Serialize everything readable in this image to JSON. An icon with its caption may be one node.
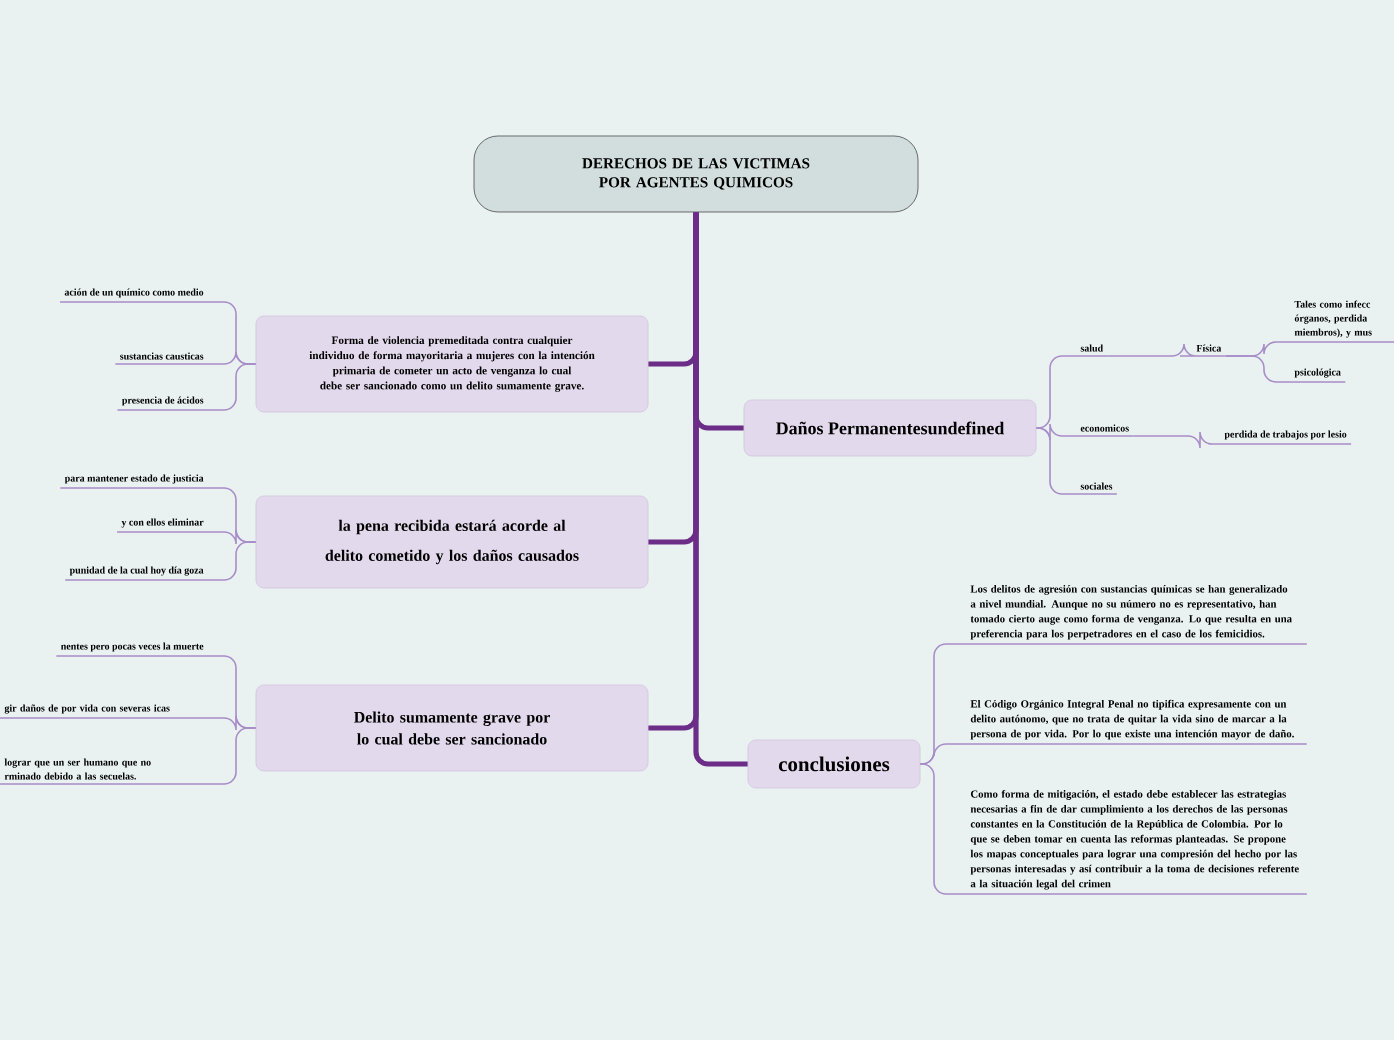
{
  "diagram": {
    "nodes": [
      {
        "text": [
          "DERECHOS DE LAS  VICTIMAS POR AGENTES QUIMICOS"
        ]
      },
      {
        "text": [
          "Forma de violencia premeditada contra cualquier individuo de forma mayoritaria a mujeres con la intención primaria de cometer un acto de venganza lo cual debe ser sancionado como un delito sumamente grave."
        ]
      },
      {
        "text": [
          "ación de un químico como medio"
        ]
      },
      {
        "text": [
          "sustancias causticas"
        ]
      },
      {
        "text": [
          "presencia de ácidos"
        ]
      },
      {
        "text": [
          "la pena recibida estará acorde al delito cometido y los daños causados"
        ]
      },
      {
        "text": [
          "para mantener estado de justicia"
        ]
      },
      {
        "text": [
          "y con ellos eliminar"
        ]
      },
      {
        "text": [
          "punidad de la cual hoy día goza"
        ]
      },
      {
        "text": [
          "Delito sumamente grave por lo cual debe ser sancionado"
        ]
      },
      {
        "text": [
          "nentes pero pocas veces la muerte"
        ]
      },
      {
        "text": [
          "gir daños de por vida con severas icas"
        ]
      },
      {
        "text": [
          "lograr que un ser humano que no rminado debido a las secuelas."
        ]
      },
      {
        "text": [
          "Daños Permanentesundefined"
        ]
      },
      {
        "text": [
          "salud"
        ]
      },
      {
        "text": [
          "Física"
        ]
      },
      {
        "text": [
          "Tales como infecc órganos, perdida miembros), y mus"
        ]
      },
      {
        "text": [
          "psicológica"
        ]
      },
      {
        "text": [
          "economicos"
        ]
      },
      {
        "text": [
          "perdida de trabajos por lesio"
        ]
      },
      {
        "text": [
          "sociales"
        ]
      },
      {
        "text": [
          "conclusiones"
        ]
      },
      {
        "text": [
          "Los delitos de agresión con sustancias químicas se han generalizado a nivel mundial. Aunque no su número no es representativo, han tomado cierto auge como forma de venganza. Lo que resulta en una preferencia para los perpetradores en el caso de los femicidios."
        ]
      },
      {
        "text": [
          "El Código Orgánico Integral Penal no tipifica expresamente con un delito autónomo, que no trata de quitar la vida sino de marcar a la persona de por vida. Por lo que existe una intención mayor de daño."
        ]
      },
      {
        "text": [
          "Como forma de mitigación, el estado debe establecer las estrategias necesarias a fin de dar cumplimiento a los derechos de las personas constantes en la Constitución de la República de Colombia. Por lo que se deben tomar en cuenta las reformas planteadas. Se propone los mapas conceptuales para lograr una compresión del hecho por las personas interesadas y así contribuir a la toma de decisiones referente a la situación legal del crimen"
        ]
      }
    ],
    "edges": [
      {
        "from": 0,
        "to": 1,
        "arrow": "none",
        "style": "thick",
        "color": "#6b2d87"
      },
      {
        "from": 0,
        "to": 5,
        "arrow": "none",
        "style": "thick",
        "color": "#6b2d87"
      },
      {
        "from": 0,
        "to": 9,
        "arrow": "none",
        "style": "thick",
        "color": "#6b2d87"
      },
      {
        "from": 0,
        "to": 13,
        "arrow": "none",
        "style": "thick",
        "color": "#6b2d87"
      },
      {
        "from": 0,
        "to": 21,
        "arrow": "none",
        "style": "thick",
        "color": "#6b2d87"
      },
      {
        "from": 1,
        "to": 2,
        "arrow": "none"
      },
      {
        "from": 1,
        "to": 3,
        "arrow": "none"
      },
      {
        "from": 1,
        "to": 4,
        "arrow": "none"
      },
      {
        "from": 5,
        "to": 6,
        "arrow": "none"
      },
      {
        "from": 5,
        "to": 7,
        "arrow": "none"
      },
      {
        "from": 5,
        "to": 8,
        "arrow": "none"
      },
      {
        "from": 9,
        "to": 10,
        "arrow": "none"
      },
      {
        "from": 9,
        "to": 11,
        "arrow": "none"
      },
      {
        "from": 9,
        "to": 12,
        "arrow": "none"
      },
      {
        "from": 13,
        "to": 14,
        "arrow": "none"
      },
      {
        "from": 13,
        "to": 18,
        "arrow": "none"
      },
      {
        "from": 13,
        "to": 20,
        "arrow": "none"
      },
      {
        "from": 14,
        "to": 15,
        "arrow": "none"
      },
      {
        "from": 15,
        "to": 16,
        "arrow": "none"
      },
      {
        "from": 15,
        "to": 17,
        "arrow": "none"
      },
      {
        "from": 18,
        "to": 19,
        "arrow": "none"
      },
      {
        "from": 21,
        "to": 22,
        "arrow": "none"
      },
      {
        "from": 21,
        "to": 23,
        "arrow": "none"
      },
      {
        "from": 21,
        "to": 24,
        "arrow": "none"
      }
    ]
  }
}
